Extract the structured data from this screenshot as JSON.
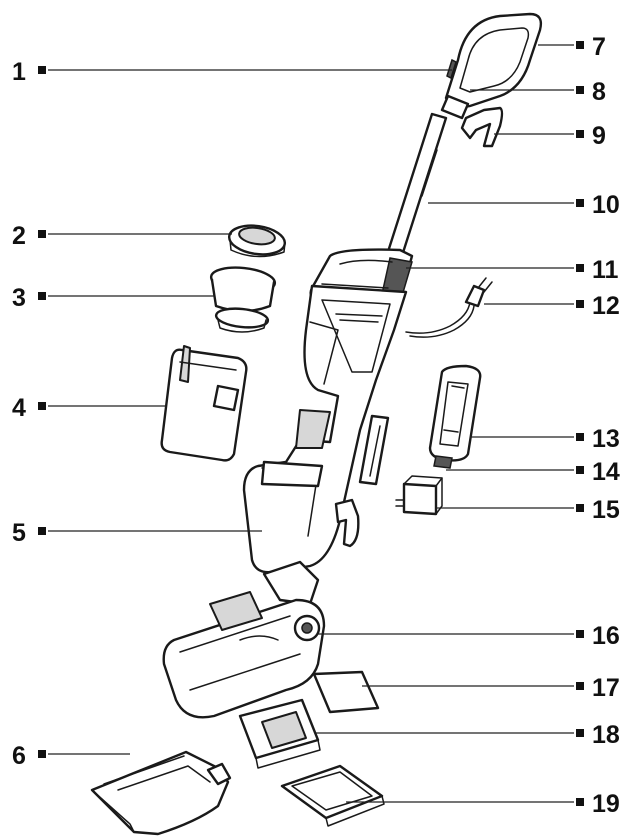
{
  "callouts_left": [
    {
      "id": "1",
      "label": "1"
    },
    {
      "id": "2",
      "label": "2"
    },
    {
      "id": "3",
      "label": "3"
    },
    {
      "id": "4",
      "label": "4"
    },
    {
      "id": "5",
      "label": "5"
    },
    {
      "id": "6",
      "label": "6"
    }
  ],
  "callouts_right": [
    {
      "id": "7",
      "label": "7"
    },
    {
      "id": "8",
      "label": "8"
    },
    {
      "id": "9",
      "label": "9"
    },
    {
      "id": "10",
      "label": "10"
    },
    {
      "id": "11",
      "label": "11"
    },
    {
      "id": "12",
      "label": "12"
    },
    {
      "id": "13",
      "label": "13"
    },
    {
      "id": "14",
      "label": "14"
    },
    {
      "id": "15",
      "label": "15"
    },
    {
      "id": "16",
      "label": "16"
    },
    {
      "id": "17",
      "label": "17"
    },
    {
      "id": "18",
      "label": "18"
    },
    {
      "id": "19",
      "label": "19"
    }
  ],
  "colors": {
    "line": "#1a1a1a",
    "text": "#111111",
    "background": "#ffffff"
  }
}
